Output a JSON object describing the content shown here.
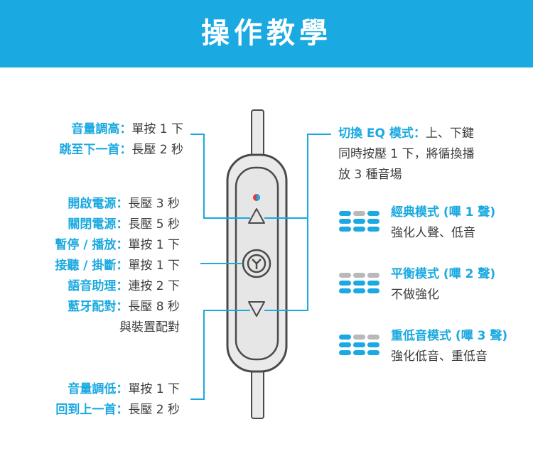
{
  "header": {
    "title": "操作教學"
  },
  "left": {
    "vol_up": {
      "label": "音量調高：",
      "action": "單按 1 下"
    },
    "next_track": {
      "label": "跳至下一首：",
      "action": "長壓 2 秒"
    },
    "power_on": {
      "label": "開啟電源：",
      "action": "長壓 3 秒"
    },
    "power_off": {
      "label": "關閉電源：",
      "action": "長壓 5 秒"
    },
    "pause_play": {
      "label": "暫停 / 播放：",
      "action": "單按 1 下"
    },
    "answer_hangup": {
      "label": "接聽 / 掛斷：",
      "action": "單按 1 下"
    },
    "voice_assistant": {
      "label": "語音助理：",
      "action": "連按 2 下"
    },
    "bt_pairing": {
      "label": "藍牙配對：",
      "action": "長壓 8 秒"
    },
    "bt_pairing_note": "與裝置配對",
    "vol_down": {
      "label": "音量調低：",
      "action": "單按 1 下"
    },
    "prev_track": {
      "label": "回到上一首：",
      "action": "長壓 2 秒"
    }
  },
  "right": {
    "eq_switch": {
      "label": "切換 EQ 模式：",
      "line1": "上、下鍵",
      "line2": "同時按壓 1 下，將循換播",
      "line3": "放 3 種音場"
    },
    "modes": [
      {
        "title": "經典模式 (嗶 1 聲)",
        "desc": "強化人聲、低音"
      },
      {
        "title": "平衡模式 (嗶 2 聲)",
        "desc": "不做強化"
      },
      {
        "title": "重低音模式 (嗶 3 聲)",
        "desc": "強化低音、重低音"
      }
    ]
  },
  "colors": {
    "accent": "#1aa9e0",
    "text": "#3c3c3c",
    "remote_border": "#4a4a4a",
    "remote_fill": "#e6e6e6",
    "bar_gray": "#b9b9b9"
  }
}
